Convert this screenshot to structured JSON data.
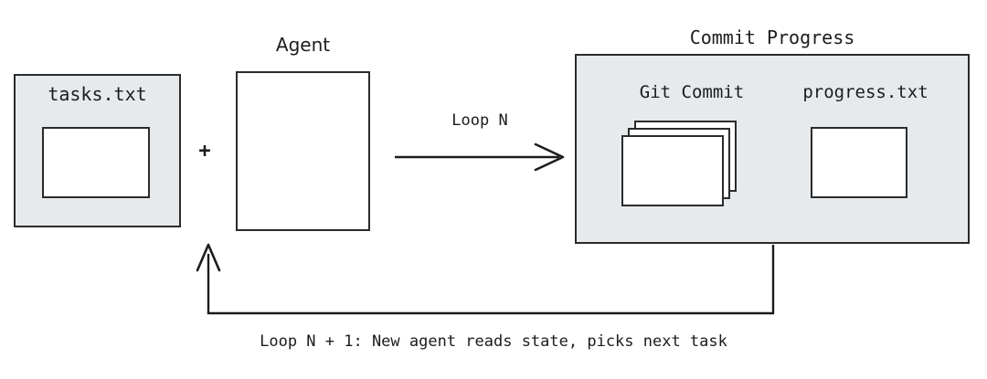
{
  "diagram": {
    "title_nodes": {
      "agent": "Agent",
      "commit_progress": "Commit Progress"
    },
    "tasks_node": {
      "label": "tasks.txt"
    },
    "operator": {
      "plus": "+"
    },
    "commit_panel": {
      "git_commit_label": "Git Commit",
      "progress_label": "progress.txt",
      "commit_card_count": 3
    },
    "edges": {
      "forward_label": "Loop N",
      "feedback_caption": "Loop N + 1: New agent reads state, picks next task"
    },
    "colors": {
      "panel_fill": "#e6eaed",
      "stroke": "#2b2b2b",
      "card_fill": "#ffffff",
      "background": "#ffffff",
      "text": "#1c1c1c"
    }
  }
}
